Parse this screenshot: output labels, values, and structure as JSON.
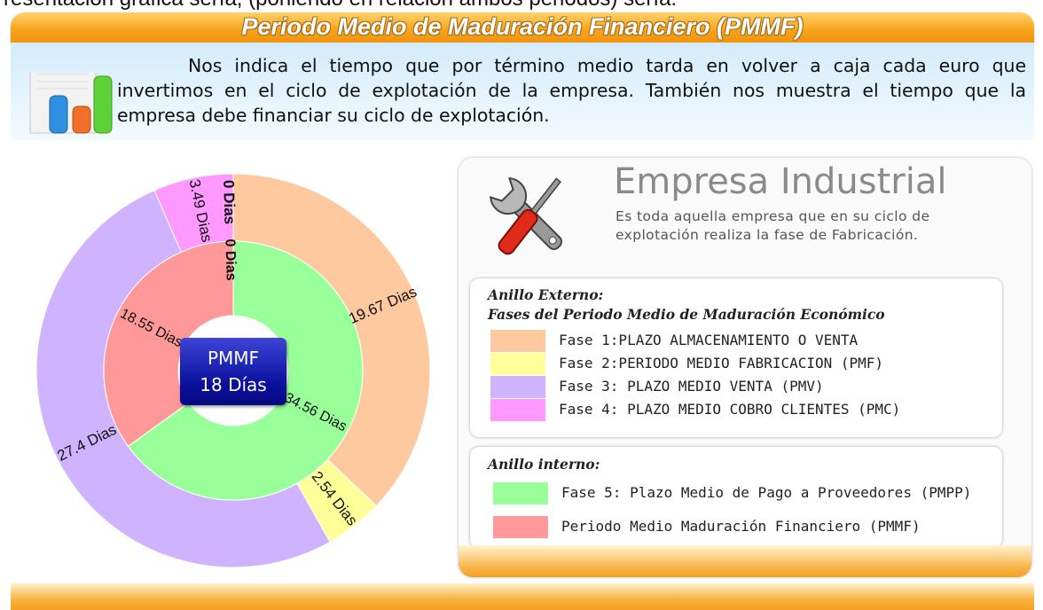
{
  "page": {
    "top_text": "resentación gráfica sería, (poniendo en relación ambos periodos) sería:",
    "banner_title": "Periodo Medio de Maduración Financiero (PMMF)",
    "description": "Nos indica el tiempo que por término medio tarda en volver a caja cada euro que invertimos en el ciclo de explotación de la empresa. También nos muestra el tiempo que la empresa debe financiar su ciclo de explotación."
  },
  "badge": {
    "line1": "PMMF",
    "line2": "18 Días"
  },
  "panel": {
    "title": "Empresa Industrial",
    "description": "Es toda aquella empresa que en su ciclo de explotación realiza la fase de Fabricación.",
    "outer_heading1": "Anillo Externo:",
    "outer_heading2": "Fases del Periodo Medio de Maduración Económico",
    "outer_items": [
      {
        "label": "Fase 1:PLAZO ALMACENAMIENTO O VENTA",
        "color": "#ffc9a0"
      },
      {
        "label": "Fase 2:PERIODO MEDIO FABRICACION (PMF)",
        "color": "#ffff99"
      },
      {
        "label": "Fase 3: PLAZO MEDIO VENTA (PMV)",
        "color": "#cfb3ff"
      },
      {
        "label": "Fase 4: PLAZO MEDIO COBRO CLIENTES (PMC)",
        "color": "#ff99ff"
      }
    ],
    "inner_heading": "Anillo interno:",
    "inner_items": [
      {
        "label": "Fase 5: Plazo Medio de Pago a Proveedores (PMPP)",
        "color": "#99ff99"
      },
      {
        "label": "Periodo Medio Maduración Financiero  (PMMF)",
        "color": "#ff9999"
      }
    ]
  },
  "chart_data": {
    "type": "pie",
    "rings": [
      {
        "name": "Anillo Externo",
        "slices": [
          {
            "value": 19.67,
            "label": "19.67 Dias",
            "color": "#ffc9a0"
          },
          {
            "value": 2.54,
            "label": "2.54 Dias",
            "color": "#ffff99"
          },
          {
            "value": 27.4,
            "label": "27.4 Dias",
            "color": "#cfb3ff"
          },
          {
            "value": 3.49,
            "label": "3.49 Dias",
            "color": "#ff99ff"
          },
          {
            "value": 0,
            "label": "0 Dias",
            "color": "#ff99ff"
          }
        ]
      },
      {
        "name": "Anillo interno",
        "slices": [
          {
            "value": 34.56,
            "label": "34.56 Dias",
            "color": "#99ff99"
          },
          {
            "value": 18.55,
            "label": "18.55 Dias",
            "color": "#ff9999"
          },
          {
            "value": 0,
            "label": "0 Dias",
            "color": "#ff9999"
          }
        ]
      }
    ]
  }
}
